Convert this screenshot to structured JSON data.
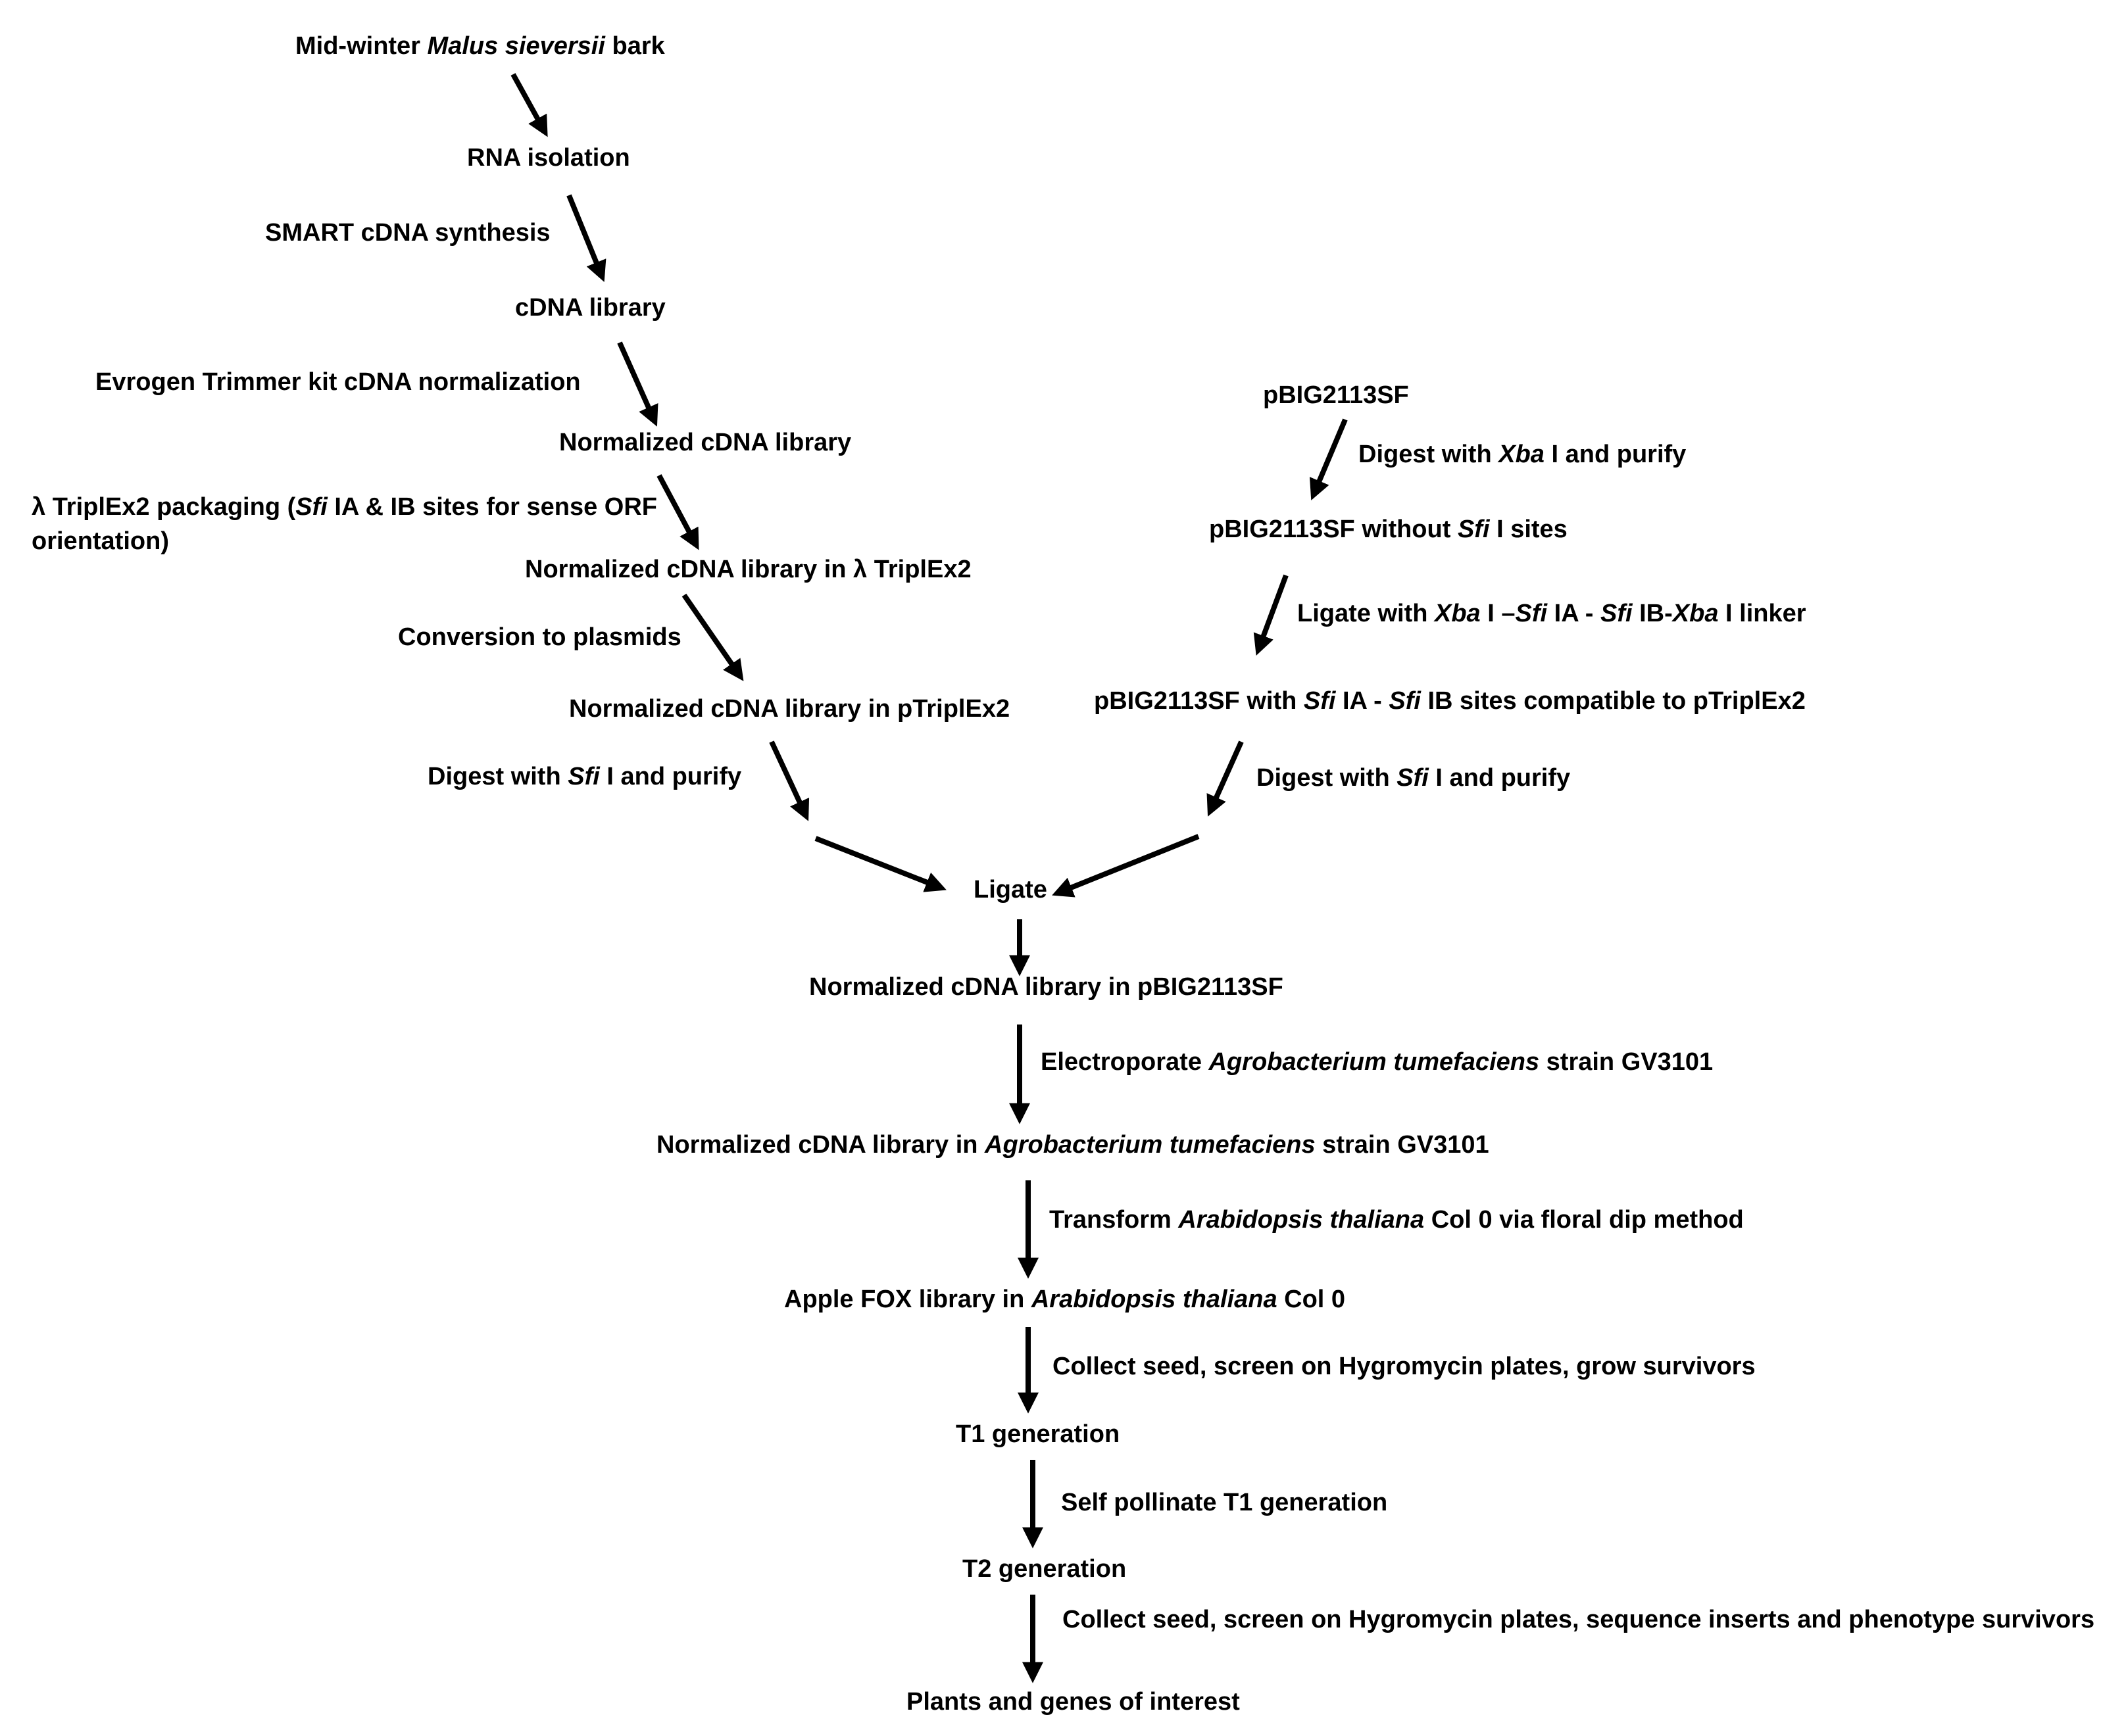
{
  "diagram": {
    "nodes": {
      "bark": {
        "pre": "Mid-winter ",
        "em": "Malus sieversii",
        "post": " bark"
      },
      "rna_isolation": "RNA isolation",
      "cdna_library": "cDNA library",
      "normalized_cdna_library": "Normalized cDNA library",
      "normalized_in_lambda": "Normalized cDNA library in λ TriplEx2",
      "normalized_in_ptriplex2": "Normalized cDNA library in pTriplEx2",
      "pbig": "pBIG2113SF",
      "pbig_without": {
        "pre": "pBIG2113SF without ",
        "em": "Sfi",
        "post": " I sites"
      },
      "pbig_with": {
        "pre": "pBIG2113SF with ",
        "em1": "Sfi",
        "mid": " IA - ",
        "em2": "Sfi",
        "post": " IB sites compatible to pTriplEx2"
      },
      "ligate": "Ligate",
      "normalized_in_pbig": "Normalized cDNA library in pBIG2113SF",
      "normalized_in_agro": {
        "pre": "Normalized cDNA library in ",
        "em": "Agrobacterium tumefaciens",
        "post": " strain GV3101"
      },
      "fox_library": {
        "pre": "Apple FOX library in ",
        "em": "Arabidopsis thaliana",
        "post": " Col 0"
      },
      "t1": "T1 generation",
      "t2": "T2 generation",
      "plants_genes": "Plants and genes of interest"
    },
    "steps": {
      "smart": "SMART cDNA synthesis",
      "evrogen": "Evrogen Trimmer kit cDNA normalization",
      "packaging": {
        "pre": "λ TriplEx2 packaging (",
        "em": "Sfi",
        "post": " IA & IB sites for sense ORF orientation)"
      },
      "conversion": "Conversion to plasmids",
      "digest_left": {
        "pre": "Digest with ",
        "em": "Sfi",
        "post": " I and purify"
      },
      "digest_xba": {
        "pre": "Digest with ",
        "em": "Xba",
        "post": " I and purify"
      },
      "ligate_linker": {
        "pre": "Ligate with ",
        "em1": "Xba",
        "mid1": " I –",
        "em2": "Sfi",
        "mid2": " IA - ",
        "em3": "Sfi",
        "mid3": " IB-",
        "em4": "Xba",
        "post": " I linker"
      },
      "digest_right": {
        "pre": "Digest with ",
        "em": "Sfi",
        "post": " I and purify"
      },
      "electroporate": {
        "pre": "Electroporate ",
        "em": "Agrobacterium tumefaciens",
        "post": " strain GV3101"
      },
      "transform": {
        "pre": "Transform ",
        "em": "Arabidopsis thaliana",
        "post": " Col 0 via floral dip method"
      },
      "collect1": "Collect seed, screen on Hygromycin plates, grow survivors",
      "self_pollinate": "Self pollinate T1 generation",
      "collect2": "Collect seed, screen on Hygromycin plates, sequence inserts and phenotype survivors"
    }
  },
  "colors": {
    "text": "#000000",
    "arrow": "#000000",
    "background": "#ffffff"
  }
}
